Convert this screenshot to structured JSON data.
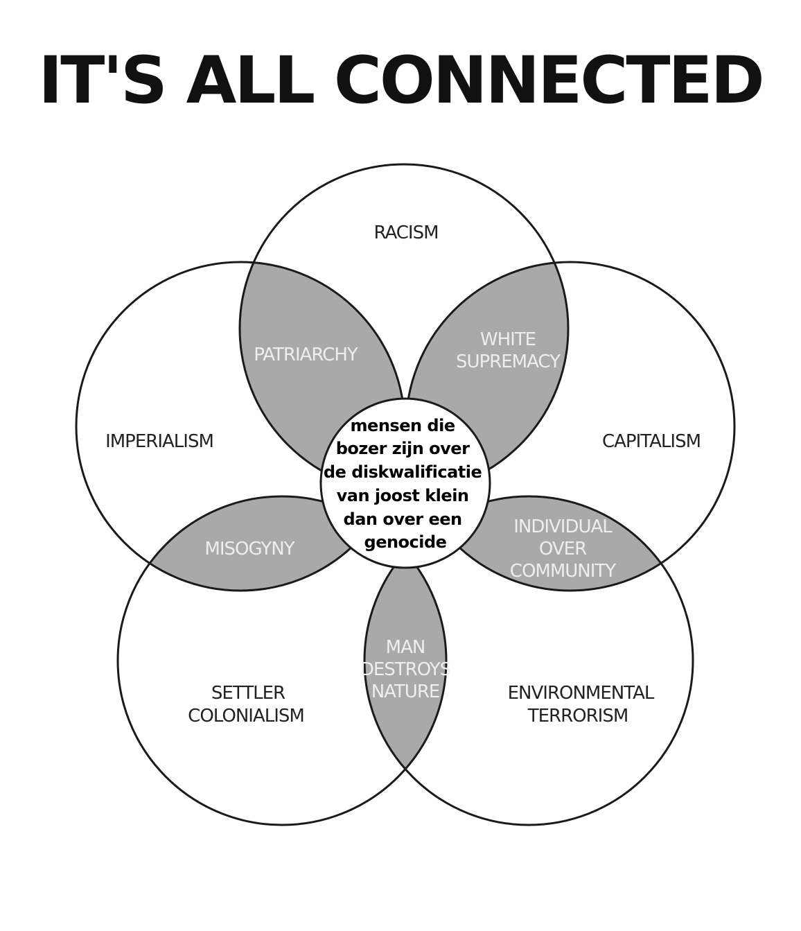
{
  "title": "IT'S ALL CONNECTED",
  "colors": {
    "overlap": "#a9a9a9",
    "stroke": "#1a1a1a",
    "overlap_text": "#eeeeee"
  },
  "circles": [
    "RACISM",
    "CAPITALISM",
    "ENVIRONMENTAL TERRORISM",
    "SETTLER COLONIALISM",
    "IMPERIALISM"
  ],
  "labels": {
    "racism": [
      "RACISM"
    ],
    "capitalism": [
      "CAPITALISM"
    ],
    "environmental": [
      "ENVIRONMENTAL",
      "TERRORISM"
    ],
    "settler": [
      "SETTLER",
      "COLONIALISM"
    ],
    "imperialism": [
      "IMPERIALISM"
    ],
    "patriarchy": [
      "PATRIARCHY"
    ],
    "white_supremacy": [
      "WHITE",
      "SUPREMACY"
    ],
    "individual": [
      "INDIVIDUAL",
      "OVER",
      "COMMUNITY"
    ],
    "man_destroys": [
      "MAN",
      "DESTROYS",
      "NATURE"
    ],
    "misogyny": [
      "MISOGYNY"
    ]
  },
  "center_text": [
    "mensen die",
    "bozer zijn over",
    "de diskwalificatie",
    "van joost klein",
    "dan over een",
    "genocide"
  ]
}
